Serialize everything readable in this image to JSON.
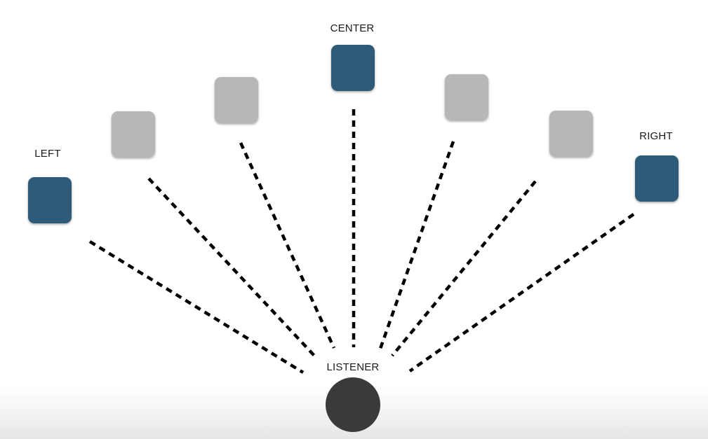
{
  "labels": {
    "center": "CENTER",
    "left": "LEFT",
    "right": "RIGHT",
    "listener": "LISTENER"
  },
  "colors": {
    "active_speaker": "#2d5b78",
    "inactive_speaker": "#b7b7b7",
    "listener": "#3a3a3a",
    "dashed_line": "#000000"
  },
  "speakers": [
    {
      "id": "left",
      "state": "active",
      "label_key": "left"
    },
    {
      "id": "left-mid",
      "state": "inactive"
    },
    {
      "id": "left-inner",
      "state": "inactive"
    },
    {
      "id": "center",
      "state": "active",
      "label_key": "center"
    },
    {
      "id": "right-inner",
      "state": "inactive"
    },
    {
      "id": "right-mid",
      "state": "inactive"
    },
    {
      "id": "right",
      "state": "active",
      "label_key": "right"
    }
  ]
}
